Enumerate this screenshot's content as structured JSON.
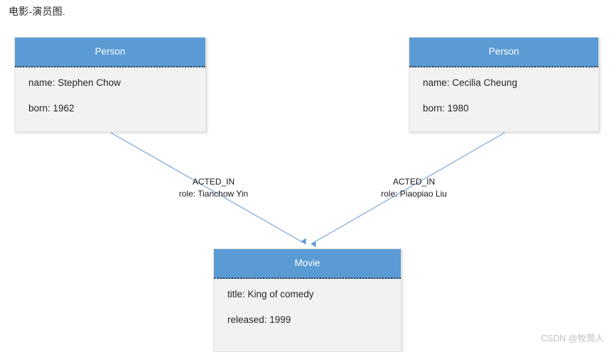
{
  "title": "电影-演员图.",
  "watermark": "CSDN @牧莺人",
  "colors": {
    "header_blue": "#5B9BD5",
    "body_gray": "#F2F2F2",
    "edge_blue": "#7BA7D7",
    "title_text": "#262626"
  },
  "nodes": [
    {
      "id": "person-left",
      "label": "Person",
      "properties": [
        "name: Stephen Chow",
        "born: 1962"
      ]
    },
    {
      "id": "person-right",
      "label": "Person",
      "properties": [
        "name: Cecilia Cheung",
        "born: 1980"
      ]
    },
    {
      "id": "movie",
      "label": "Movie",
      "properties": [
        "title: King of comedy",
        "released: 1999"
      ]
    }
  ],
  "edges": [
    {
      "id": "edge-left",
      "type": "ACTED_IN",
      "role": "role: Tianchow Yin",
      "from": "person-left",
      "to": "movie"
    },
    {
      "id": "edge-right",
      "type": "ACTED_IN",
      "role": "role: Piaopiao Liu",
      "from": "person-right",
      "to": "movie"
    }
  ]
}
